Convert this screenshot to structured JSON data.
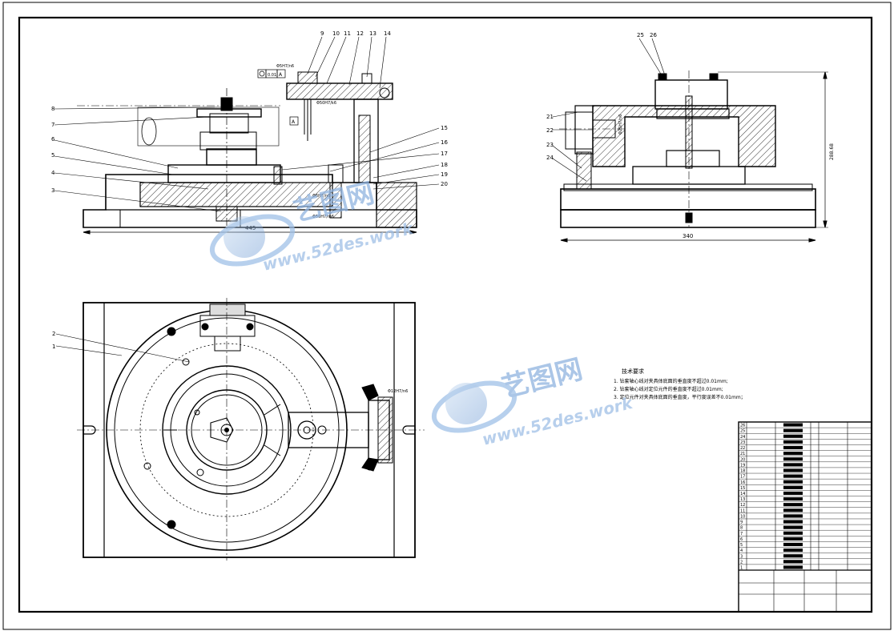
{
  "drawing": {
    "front_view": {
      "callouts": [
        "9",
        "10",
        "11",
        "12",
        "13",
        "14",
        "8",
        "7",
        "6",
        "5",
        "4",
        "3",
        "15",
        "16",
        "17",
        "18",
        "19",
        "20"
      ],
      "dim_width": "445",
      "tol_fit_a": "Φ5H7/n6",
      "tol_fit_b": "Φ50H7/k6",
      "tol_fit_c": "Φ6H7/n6",
      "tol_fit_d": "Φ50H7/m6",
      "gdt_value": "0.01",
      "datum": "A"
    },
    "side_view": {
      "callouts": [
        "25",
        "26",
        "21",
        "22",
        "23",
        "24"
      ],
      "dim_width": "340",
      "dim_height": "288.68",
      "tol_fit": "Φ25H7/n6"
    },
    "top_view": {
      "callouts": [
        "2",
        "1"
      ],
      "tol_fit": "Φ12H7/n6"
    },
    "tech_req": {
      "title": "技术要求",
      "items": [
        "1. 钻套轴心线对夹具体底面的垂直度不超过0.01mm;",
        "2. 钻套轴心线对定位元件的垂直度不超过0.01mm;",
        "3. 定位元件对夹具体底面的垂直度，平行度误差不0.01mm；"
      ]
    },
    "watermark": {
      "brand": "艺图网",
      "url": "www.52des.work"
    },
    "bom_numbers": [
      "26",
      "25",
      "24",
      "23",
      "22",
      "21",
      "20",
      "19",
      "18",
      "17",
      "16",
      "15",
      "14",
      "13",
      "12",
      "11",
      "10",
      "9",
      "8",
      "7",
      "6",
      "5",
      "4",
      "3",
      "2",
      "1"
    ]
  }
}
